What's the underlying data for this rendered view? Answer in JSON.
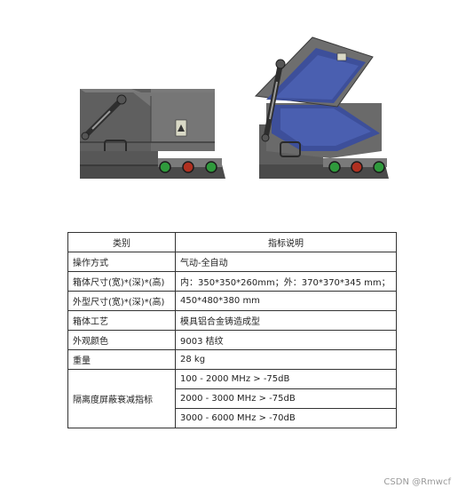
{
  "table": {
    "header": {
      "category": "类别",
      "value": "指标说明"
    },
    "rows": [
      {
        "category": "操作方式",
        "value": "气动-全自动"
      },
      {
        "category": "箱体尺寸(宽)*(深)*(高)",
        "value": "内：350*350*260mm；外：370*370*345 mm；"
      },
      {
        "category": "外型尺寸(宽)*(深)*(高)",
        "value": "450*480*380 mm"
      },
      {
        "category": "箱体工艺",
        "value": "模具铝合金铸造成型"
      },
      {
        "category": "外观颜色",
        "value": "9003 桔纹"
      },
      {
        "category": "重量",
        "value": "28 kg"
      }
    ],
    "shielding": {
      "category": "隔离度屏蔽衰减指标",
      "values": [
        "100 - 2000 MHz > -75dB",
        "2000 - 3000 MHz > -75dB",
        "3000 - 6000 MHz > -70dB"
      ]
    }
  },
  "watermark": "CSDN @Rmwcf",
  "colors": {
    "box_body": "#6a6a6a",
    "box_dark": "#3e3e3e",
    "interior": "#3d4f9a",
    "button_green": "#2f9a3c",
    "button_red": "#b03020"
  }
}
